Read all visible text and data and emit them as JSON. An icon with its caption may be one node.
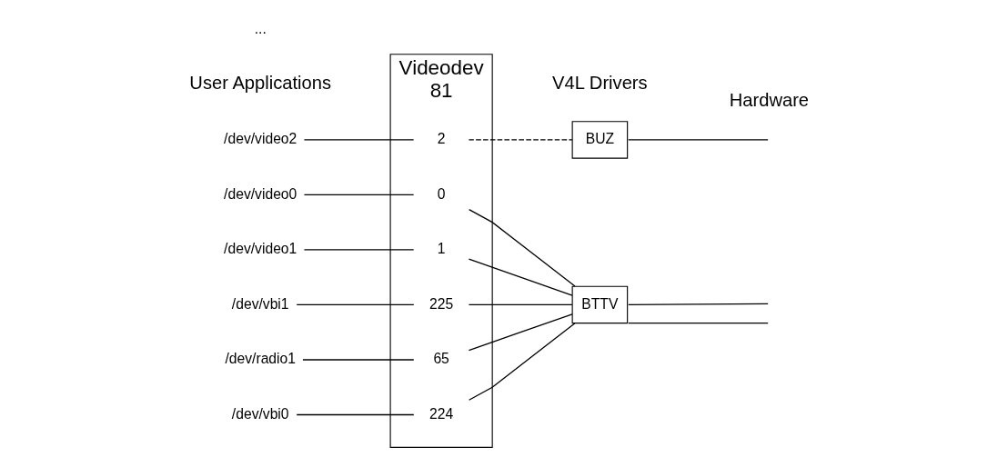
{
  "diagram": {
    "nodes": [
      {
        "text": [
          "Videodev",
          "81"
        ]
      },
      {
        "text": [
          "0"
        ],
        "in": 0
      },
      {
        "text": [
          "1"
        ],
        "in": 0
      },
      {
        "text": [
          "2"
        ],
        "in": 0
      },
      {
        "text": [
          "65"
        ],
        "in": 0
      },
      {
        "text": [
          "224"
        ],
        "in": 0
      },
      {
        "text": [
          "225"
        ],
        "in": 0
      },
      {
        "text": [
          "/dev/video0"
        ]
      },
      {
        "text": [
          "/dev/video1"
        ]
      },
      {
        "text": [
          "/dev/video2"
        ]
      },
      {
        "text": [
          "/dev/radio1"
        ]
      },
      {
        "text": [
          "/dev/vbi0"
        ]
      },
      {
        "text": [
          "/dev/vbi1"
        ]
      },
      {
        "text": [
          "BUZ"
        ]
      },
      {
        "text": [
          "BTTV"
        ]
      }
    ],
    "edges": [
      {
        "from": 7,
        "to": 1,
        "arrow": "none"
      },
      {
        "from": 8,
        "to": 2,
        "arrow": "none"
      },
      {
        "from": 9,
        "to": 3,
        "arrow": "none"
      },
      {
        "from": 10,
        "to": 4,
        "arrow": "none"
      },
      {
        "from": 11,
        "to": 5,
        "arrow": "none"
      },
      {
        "from": 12,
        "to": 6,
        "arrow": "none"
      },
      {
        "from": 1,
        "to": 14,
        "arrow": "none"
      },
      {
        "from": 2,
        "to": 14,
        "arrow": "none"
      },
      {
        "from": 3,
        "to": 13,
        "arrow": "none",
        "style": "dashed"
      },
      {
        "from": 4,
        "to": 14,
        "arrow": "none"
      },
      {
        "from": 5,
        "to": 14,
        "arrow": "none"
      },
      {
        "from": 6,
        "to": 14,
        "arrow": "none"
      },
      {
        "from": 13,
        "to": null,
        "arrow": "none"
      },
      {
        "from": 14,
        "to": null,
        "arrow": "none"
      },
      {
        "from": 14,
        "to": null,
        "arrow": "none"
      }
    ],
    "labels": [
      "User Applications",
      "V4L Drivers",
      "Hardware",
      "..."
    ]
  }
}
